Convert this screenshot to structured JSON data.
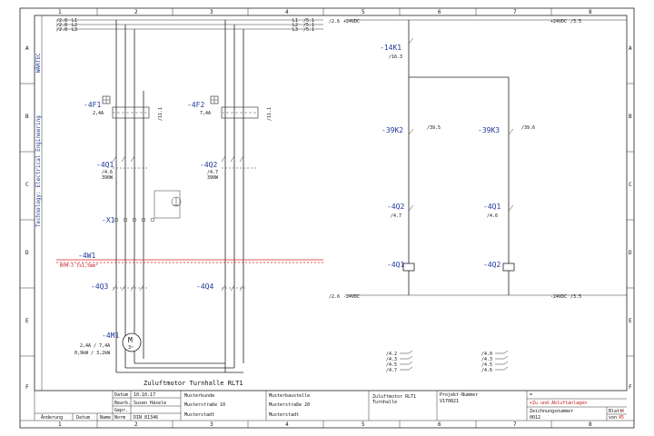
{
  "grid": {
    "columns": [
      "1",
      "2",
      "3",
      "4",
      "5",
      "6",
      "7",
      "8"
    ],
    "rows": [
      "A",
      "B",
      "C",
      "D",
      "E",
      "F"
    ]
  },
  "side_text": {
    "company": "Technology: Electrical Engineering",
    "logo": "WÄRTEC"
  },
  "top_refs": {
    "left_top": [
      "/2.8",
      "/2.8",
      "/2.8"
    ],
    "left_top_l": [
      "L1",
      "L2",
      "L3"
    ],
    "mid_top": [
      "/5.1",
      "/5.1",
      "/5.1"
    ],
    "mid_top_l": [
      "L1",
      "L2",
      "L3"
    ],
    "v24_left_ref": "/2.6",
    "v24_label": "+24VDC",
    "v24_right_ref": "/3.5"
  },
  "bottom_refs": {
    "left_ref": "/2.6",
    "label": "-24VDC",
    "right_ref": "/3.5"
  },
  "components": {
    "f1": {
      "tag": "-4F1",
      "rating": "2,4A",
      "ref": "/11.1"
    },
    "f2": {
      "tag": "-4F2",
      "rating": "7,4A",
      "ref": "/11.1"
    },
    "q1": {
      "tag": "-4Q1",
      "ref": "/4.6",
      "extra": "390W"
    },
    "q2": {
      "tag": "-4Q2",
      "ref": "/4.7",
      "extra": "390W"
    },
    "x1": {
      "tag": "-X1"
    },
    "w1": {
      "tag": "-4W1",
      "cable": "NYM-J 7x1,5mm²"
    },
    "q3": {
      "tag": "-4Q3"
    },
    "q4": {
      "tag": "-4Q4"
    },
    "m1": {
      "tag": "-4M1",
      "spec1": "2,4A / 7,4A",
      "spec2": "0,9kW / 3,2kW",
      "symbol": "M",
      "phase": "3~"
    },
    "k14": {
      "tag": "-14K1",
      "ref": "/16.3"
    },
    "k39_2": {
      "tag": "-39K2",
      "ref": "/39.5"
    },
    "k39_3": {
      "tag": "-39K3",
      "ref": "/39.6"
    },
    "q2_coil_contact": {
      "tag": "-4Q2",
      "ref": "/4.7"
    },
    "q1_coil_contact": {
      "tag": "-4Q1",
      "ref": "/4.6"
    },
    "q1_coil": {
      "tag": "-4Q1"
    },
    "q2_coil": {
      "tag": "-4Q2"
    }
  },
  "motor_caption": "Zuluftmotor Turnhalle RLT1",
  "xref_left": [
    "/4.2",
    "/4.3",
    "/4.5",
    "/4.7"
  ],
  "xref_right": [
    "/4.0",
    "/4.3",
    "/4.5",
    "/4.6"
  ],
  "title_block": {
    "datum_label": "Datum",
    "datum_value": "10.10.17",
    "bearb_label": "Bearb.",
    "bearb_value": "Susen Häsele",
    "gepr_label": "Gepr.",
    "norm_label": "Norm",
    "norm_value": "DIN 81346",
    "change_label": "Änderung",
    "change_datum": "Datum",
    "change_name": "Name",
    "customer1": "Musterkunde",
    "customer2": "Musterstraße 10",
    "customer3": "Musterstadt",
    "site1": "Musterbaustelle",
    "site2": "Musterstraße 20",
    "site3": "Musterstadt",
    "desc1": "Zuluftmotor RLT1",
    "desc2": "Turnhalle",
    "proj_label": "Projekt-Nummer",
    "proj_value": "V170821",
    "eq_label": "=",
    "loc_label": "+Zu und Abluftanlagen",
    "drawno_label": "Zeichnungsnummer",
    "drawno_value": "0012",
    "sheet_label": "Blatt",
    "sheet_value": "4",
    "of_label": "von",
    "of_value": "45"
  }
}
